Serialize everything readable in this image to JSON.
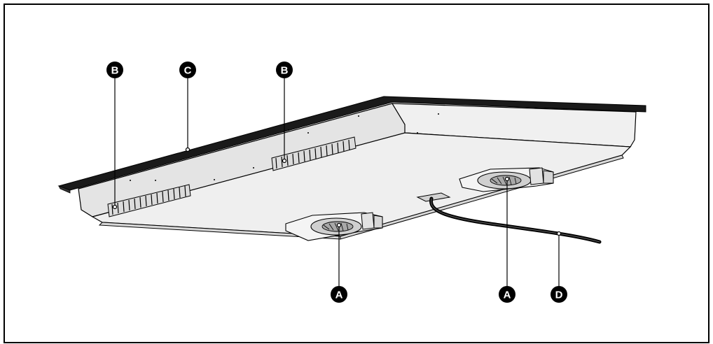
{
  "diagram": {
    "subject": "hob-underside-view",
    "callouts": [
      {
        "id": "B1",
        "letter": "B"
      },
      {
        "id": "C",
        "letter": "C"
      },
      {
        "id": "B2",
        "letter": "B"
      },
      {
        "id": "A1",
        "letter": "A"
      },
      {
        "id": "A2",
        "letter": "A"
      },
      {
        "id": "D",
        "letter": "D"
      }
    ]
  },
  "colors": {
    "line": "#000000",
    "body_fill": "#ececec",
    "body_shade": "#dcdcdc",
    "frame": "#000000",
    "glass_edge": "#1a1a1a"
  }
}
